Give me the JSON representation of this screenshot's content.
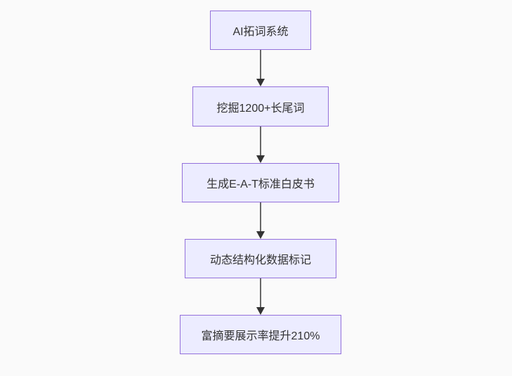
{
  "flowchart": {
    "type": "vertical-flow",
    "nodes": [
      {
        "label": "AI拓词系统"
      },
      {
        "label": "挖掘1200+长尾词"
      },
      {
        "label": "生成E-A-T标准白皮书"
      },
      {
        "label": "动态结构化数据标记"
      },
      {
        "label": "富摘要展示率提升210%"
      }
    ],
    "edges": [
      {
        "from": 0,
        "to": 1
      },
      {
        "from": 1,
        "to": 2
      },
      {
        "from": 2,
        "to": 3
      },
      {
        "from": 3,
        "to": 4
      }
    ],
    "colors": {
      "background": "#fafafa",
      "node_fill": "#ECECFF",
      "node_border": "#9370DB",
      "node_text": "#333333",
      "edge_line": "#666666",
      "edge_arrowhead": "#333333"
    }
  }
}
